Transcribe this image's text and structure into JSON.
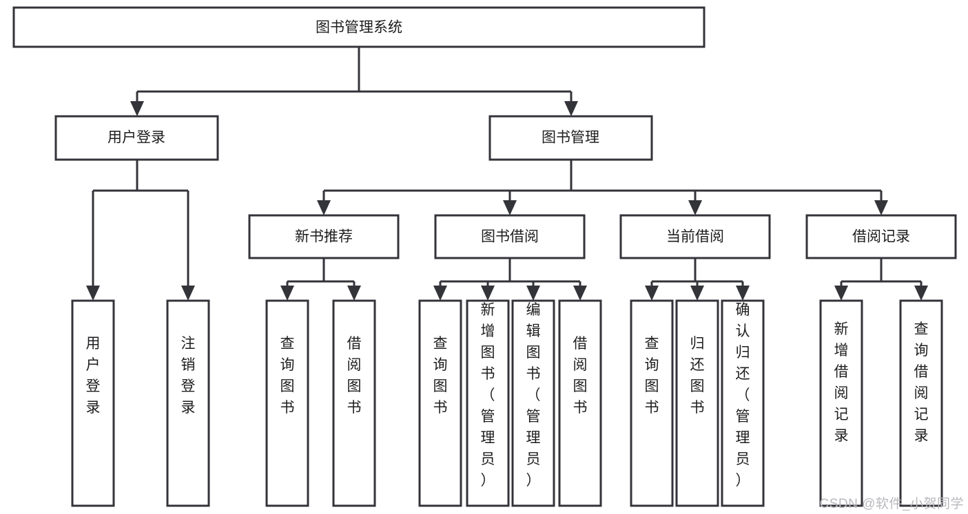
{
  "diagram": {
    "type": "tree-hierarchy",
    "title": "图书管理系统",
    "watermark": "CSDN @软件_小贺同学",
    "colors": {
      "stroke": "#33333a",
      "fill": "#ffffff",
      "text": "#1d1d1f",
      "watermark": "#b9b9be",
      "background": "#ffffff"
    },
    "levels": [
      {
        "level": 1,
        "nodes": [
          {
            "id": "root",
            "label": "图书管理系统",
            "orientation": "horizontal"
          }
        ]
      },
      {
        "level": 2,
        "nodes": [
          {
            "id": "login",
            "label": "用户登录",
            "orientation": "horizontal",
            "parent": "root"
          },
          {
            "id": "bookmgmt",
            "label": "图书管理",
            "orientation": "horizontal",
            "parent": "root"
          }
        ]
      },
      {
        "level": 3,
        "nodes": [
          {
            "id": "newbook",
            "label": "新书推荐",
            "orientation": "horizontal",
            "parent": "bookmgmt"
          },
          {
            "id": "borrow",
            "label": "图书借阅",
            "orientation": "horizontal",
            "parent": "bookmgmt"
          },
          {
            "id": "current",
            "label": "当前借阅",
            "orientation": "horizontal",
            "parent": "bookmgmt"
          },
          {
            "id": "records",
            "label": "借阅记录",
            "orientation": "horizontal",
            "parent": "bookmgmt"
          }
        ]
      },
      {
        "level": 4,
        "nodes": [
          {
            "id": "leaf-1",
            "label": "用户登录",
            "orientation": "vertical",
            "parent": "login"
          },
          {
            "id": "leaf-2",
            "label": "注销登录",
            "orientation": "vertical",
            "parent": "login"
          },
          {
            "id": "leaf-3",
            "label": "查询图书",
            "orientation": "vertical",
            "parent": "newbook"
          },
          {
            "id": "leaf-4",
            "label": "借阅图书",
            "orientation": "vertical",
            "parent": "newbook"
          },
          {
            "id": "leaf-5",
            "label": "查询图书",
            "orientation": "vertical",
            "parent": "borrow"
          },
          {
            "id": "leaf-6",
            "label": "新增图书（管理员）",
            "orientation": "vertical",
            "parent": "borrow"
          },
          {
            "id": "leaf-7",
            "label": "编辑图书（管理员）",
            "orientation": "vertical",
            "parent": "borrow"
          },
          {
            "id": "leaf-8",
            "label": "借阅图书",
            "orientation": "vertical",
            "parent": "borrow"
          },
          {
            "id": "leaf-9",
            "label": "查询图书",
            "orientation": "vertical",
            "parent": "current"
          },
          {
            "id": "leaf-10",
            "label": "归还图书",
            "orientation": "vertical",
            "parent": "current"
          },
          {
            "id": "leaf-11",
            "label": "确认归还（管理员）",
            "orientation": "vertical",
            "parent": "current"
          },
          {
            "id": "leaf-12",
            "label": "新增借阅记录",
            "orientation": "vertical",
            "parent": "records"
          },
          {
            "id": "leaf-13",
            "label": "查询借阅记录",
            "orientation": "vertical",
            "parent": "records"
          }
        ]
      }
    ]
  }
}
